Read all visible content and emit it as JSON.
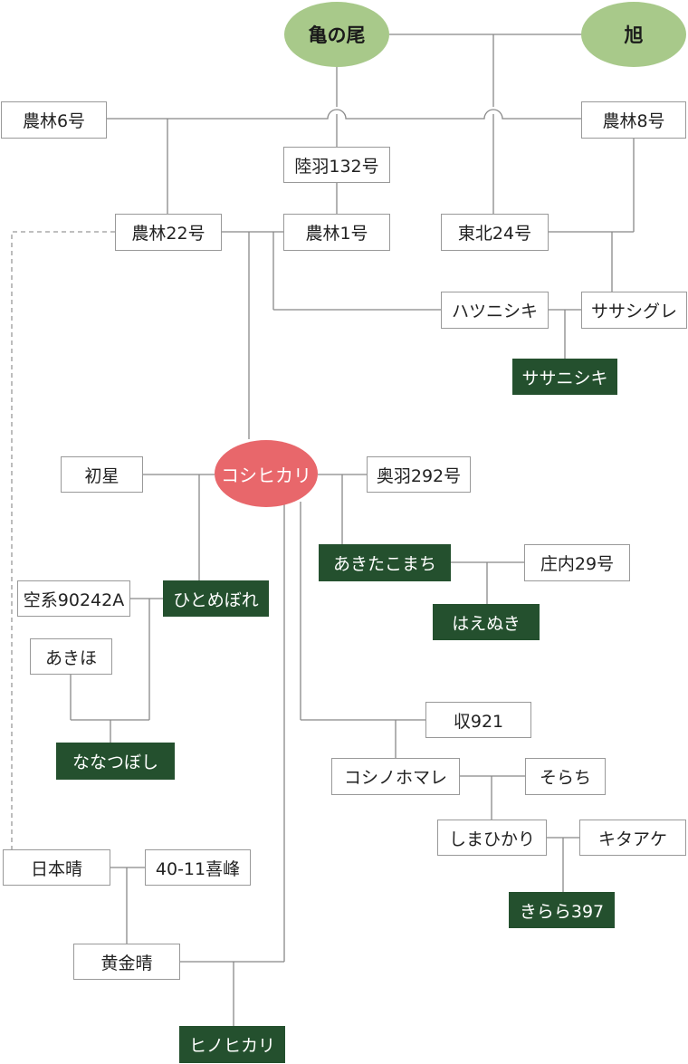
{
  "nodes": {
    "kamenoo": "亀の尾",
    "asahi": "旭",
    "norin6": "農林6号",
    "norin8": "農林8号",
    "rikuu132": "陸羽132号",
    "norin22": "農林22号",
    "norin1": "農林1号",
    "tohoku24": "東北24号",
    "hatsunishiki": "ハツニシキ",
    "sasashigure": "ササシグレ",
    "sasanishiki": "ササニシキ",
    "hatsuboshi": "初星",
    "koshihikari": "コシヒカリ",
    "ou292": "奥羽292号",
    "akitakomachi": "あきたこまち",
    "shonai29": "庄内29号",
    "haenuki": "はえぬき",
    "kukei90242a": "空系90242A",
    "hitomebore": "ひとめぼれ",
    "akiho": "あきほ",
    "nanatsuboshi": "ななつぼし",
    "shu921": "収921",
    "koshinohomare": "コシノホマレ",
    "sorachi": "そらち",
    "shimahikari": "しまひかり",
    "kitaake": "キタアケ",
    "kirara397": "きらら397",
    "nihonbare": "日本晴",
    "kiho4011": "40-11喜峰",
    "koganebare": "黄金晴",
    "hinohikari": "ヒノヒカリ"
  }
}
